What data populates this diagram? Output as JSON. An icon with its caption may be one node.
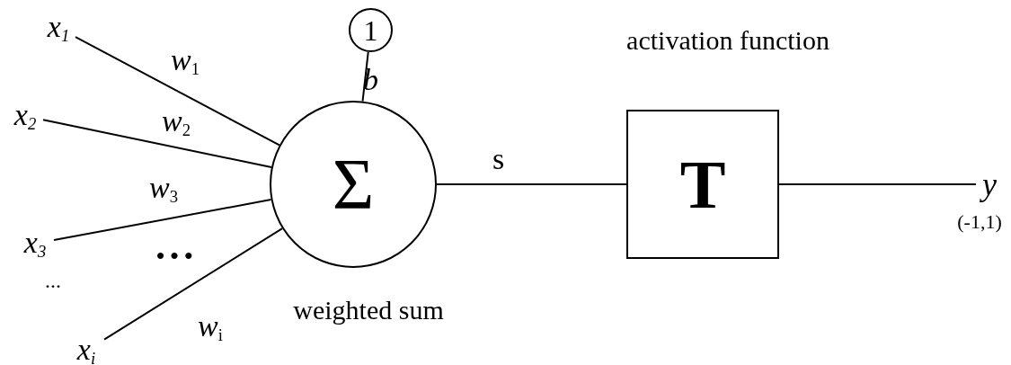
{
  "diagram": {
    "nodes": [
      {
        "text": [
          "x$_{1}$"
        ]
      },
      {
        "text": [
          "x$_{2}$"
        ]
      },
      {
        "text": [
          "x$_{3}$"
        ]
      },
      {
        "text": [
          "x$_{i}$"
        ]
      },
      {
        "text": [
          "1"
        ]
      },
      {
        "text": [
          "Σ"
        ],
        "beside": [
          "weighted sum"
        ]
      },
      {
        "text": [
          "T"
        ],
        "beside": [
          "activation function"
        ]
      },
      {
        "text": [
          "y"
        ],
        "beside": [
          "(-1,1)"
        ]
      }
    ],
    "edges": [
      {
        "from": 0,
        "to": 5,
        "arrow": "none",
        "label": "w$_{1}$"
      },
      {
        "from": 1,
        "to": 5,
        "arrow": "none",
        "label": "w$_{2}$"
      },
      {
        "from": 2,
        "to": 5,
        "arrow": "none",
        "label": "w$_{3}$"
      },
      {
        "from": 3,
        "to": 5,
        "arrow": "none",
        "label": "w$_{i}$"
      },
      {
        "from": 4,
        "to": 5,
        "arrow": "none",
        "label": "b"
      },
      {
        "from": 5,
        "to": 6,
        "arrow": "none",
        "label": "s"
      },
      {
        "from": 6,
        "to": 7,
        "arrow": "none"
      }
    ],
    "labels": [
      "• • •",
      "..."
    ]
  }
}
